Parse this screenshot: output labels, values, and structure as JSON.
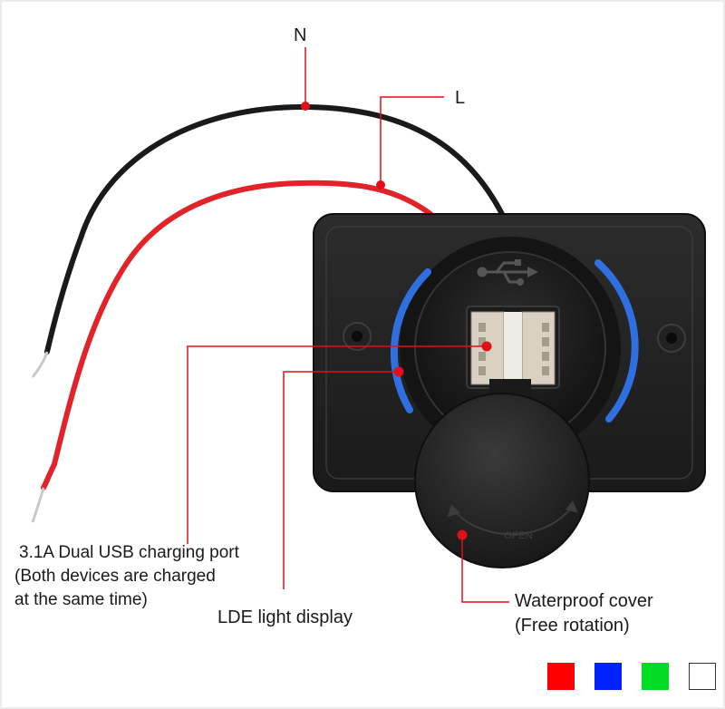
{
  "wires": {
    "neutral_label": "N",
    "live_label": "L"
  },
  "callouts": {
    "usb_port": {
      "line1": "3.1A Dual USB charging port",
      "line2": "(Both devices are charged",
      "line3": "at the same time)"
    },
    "led": "LDE light display",
    "cover": {
      "line1": "Waterproof cover",
      "line2": "(Free rotation)"
    }
  },
  "cover_embossed_text": "OPEN",
  "colors": {
    "callout_marker": "#e0101a",
    "led_ring": "#2f6fe0",
    "housing": "#1f1f1f",
    "wire_red": "#e0242a",
    "wire_black": "#1a1a1a"
  },
  "swatches": [
    {
      "name": "red",
      "color": "#ff0000"
    },
    {
      "name": "blue",
      "color": "#0022ff"
    },
    {
      "name": "green",
      "color": "#00dd22"
    },
    {
      "name": "white",
      "color": "#ffffff"
    }
  ]
}
